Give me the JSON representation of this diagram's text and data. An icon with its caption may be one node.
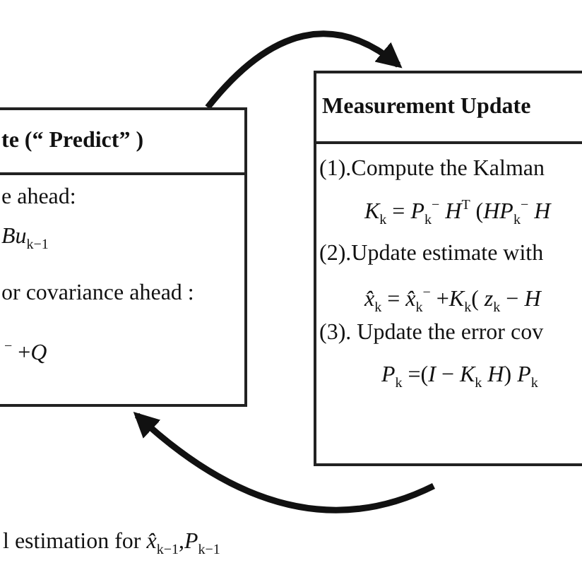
{
  "diagram": {
    "nodes": [
      {
        "text": [
          "te (“ Predict” )",
          "e ahead:",
          "*Bu*$_{k−1}$",
          "or covariance ahead :",
          "$^{−}$ +*Q*"
        ]
      },
      {
        "text": [
          "Measurement Update",
          "(1).Compute the Kalman",
          "*K*$_{k}$ = *P*$_{k}$$^{−}$ *H*$^{T}$ (*HP*$_{k}$$^{−}$ *H*",
          "(2).Update estimate with",
          "*x̂*$_{k}$ = *x̂*$_{k}$$^{−}$ +*K*$_{k}$( *z*$_{k}$ − *H*",
          "(3). Update the error cov",
          "*P*$_{k}$ =(*I* − *K*$_{k}$ *H*) *P*$_{k}$"
        ]
      }
    ],
    "edges": [
      {
        "from": 0,
        "to": 1,
        "arrow": "to"
      },
      {
        "from": 1,
        "to": 0,
        "arrow": "to"
      }
    ],
    "labels": [
      "l estimation for *x̂*$_{k−1}$,*P*$_{k−1}$"
    ]
  }
}
